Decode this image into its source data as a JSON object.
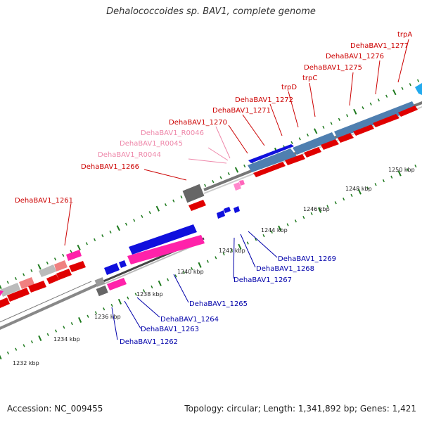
{
  "title": "Dehalococcoides sp. BAV1, complete genome",
  "footer": {
    "accession": "Accession: NC_009455",
    "summary": "Topology: circular; Length: 1,341,892 bp; Genes: 1,421"
  },
  "colors": {
    "forward_label": "#cc0000",
    "pseudo_label": "#ee88aa",
    "reverse_label": "#0000aa",
    "backbone": "#888888",
    "tick": "#1e7a1e"
  },
  "scale_labels": [
    "1232 kbp",
    "1234 kbp",
    "1236 kbp",
    "1238 kbp",
    "1240 kbp",
    "1242 kbp",
    "1244 kbp",
    "1246 kbp",
    "1248 kbp",
    "1250 kbp"
  ],
  "forward_genes": [
    "DehaBAV1_1261",
    "DehaBAV1_1266",
    "DehaBAV1_1270",
    "DehaBAV1_1271",
    "DehaBAV1_1272",
    "trpD",
    "trpC",
    "DehaBAV1_1275",
    "DehaBAV1_1276",
    "DehaBAV1_1277",
    "trpA"
  ],
  "pseudo_genes": [
    "DehaBAV1_R0044",
    "DehaBAV1_R0045",
    "DehaBAV1_R0046"
  ],
  "reverse_genes": [
    "DehaBAV1_1262",
    "DehaBAV1_1263",
    "DehaBAV1_1264",
    "DehaBAV1_1265",
    "DehaBAV1_1267",
    "DehaBAV1_1268",
    "DehaBAV1_1269"
  ]
}
